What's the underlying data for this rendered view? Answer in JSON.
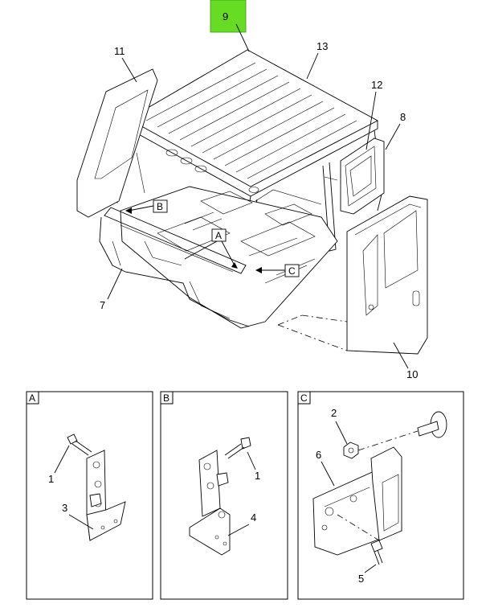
{
  "highlight": {
    "label": "9",
    "color": "#66dd22"
  },
  "callouts": {
    "c7": "7",
    "c8": "8",
    "c10": "10",
    "c11": "11",
    "c12": "12",
    "c13": "13",
    "refA": "A",
    "refB": "B",
    "refC": "C"
  },
  "detail_a": {
    "title": "A",
    "c1": "1",
    "c3": "3"
  },
  "detail_b": {
    "title": "B",
    "c1": "1",
    "c4": "4"
  },
  "detail_c": {
    "title": "C",
    "c2": "2",
    "c5": "5",
    "c6": "6"
  }
}
